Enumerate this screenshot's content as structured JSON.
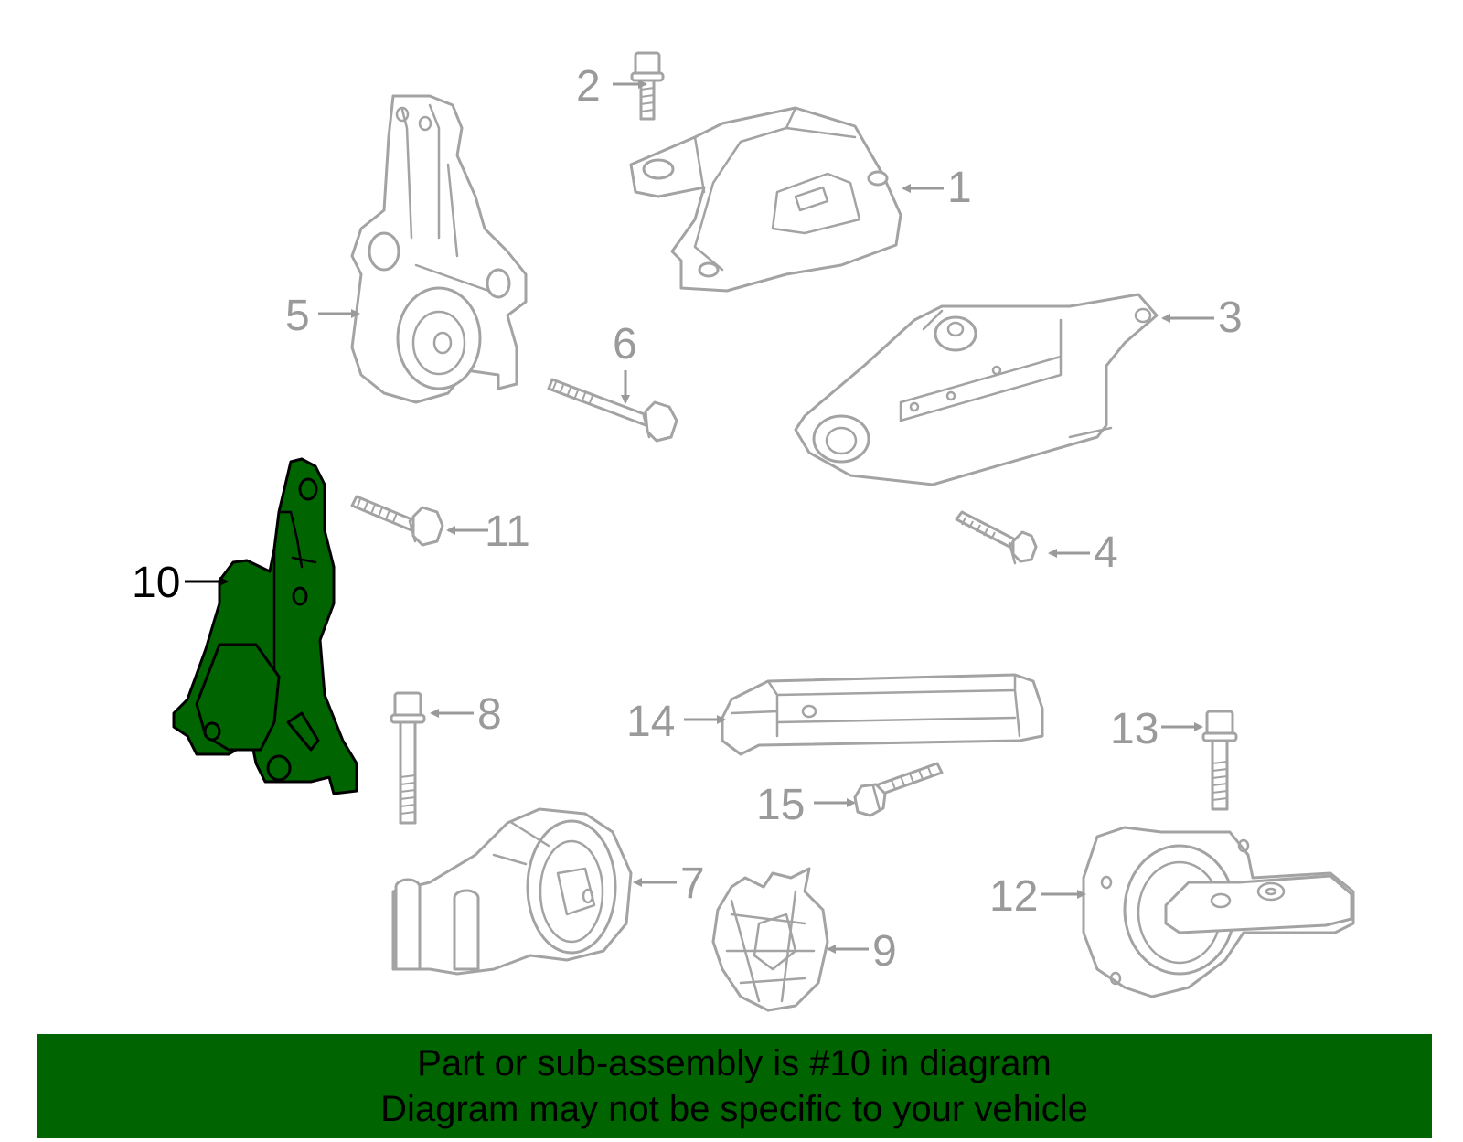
{
  "diagram": {
    "highlight_color": "#006400",
    "part_outline_color": "#a3a3a3",
    "highlighted_part": "10",
    "callouts": [
      "1",
      "2",
      "3",
      "4",
      "5",
      "6",
      "7",
      "8",
      "9",
      "10",
      "11",
      "12",
      "13",
      "14",
      "15"
    ]
  },
  "banner": {
    "line1": "Part or sub-assembly is #10 in diagram",
    "line2": "Diagram may not be specific to your vehicle"
  }
}
